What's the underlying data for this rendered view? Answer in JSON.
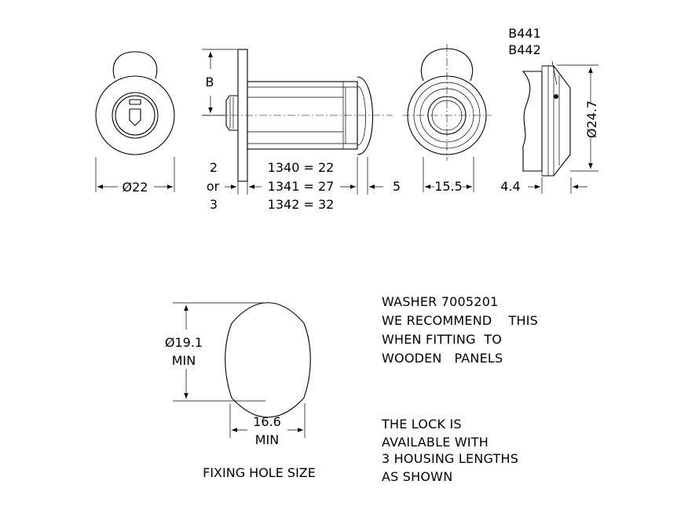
{
  "colors": {
    "line": "#000000",
    "background": "#ffffff"
  },
  "dimensions": {
    "front_dia": "Ø22",
    "b_label": "B",
    "code_1340": "1340 = 22",
    "code_1341": "1341 = 27",
    "code_1342": "1342 = 32",
    "thread_2": "2",
    "thread_or": "or",
    "thread_3": "3",
    "dim_5": "5",
    "dim_15_5": "15.5",
    "dim_4_4": "4.4",
    "dim_24_7": "Ø24.7",
    "b441": "B441",
    "b442": "B442",
    "hole_dia_value": "Ø19.1",
    "hole_dia_min": "MIN",
    "hole_width_value": "16.6",
    "hole_width_min": "MIN"
  },
  "captions": {
    "fixing_hole": "FIXING HOLE SIZE"
  },
  "notes": {
    "washer": [
      "WASHER 7005201",
      "WE RECOMMEND    THIS",
      "WHEN FITTING  TO",
      "WOODEN   PANELS"
    ],
    "lock": [
      "THE LOCK IS",
      "AVAILABLE WITH",
      "3 HOUSING LENGTHS",
      "AS SHOWN"
    ]
  }
}
